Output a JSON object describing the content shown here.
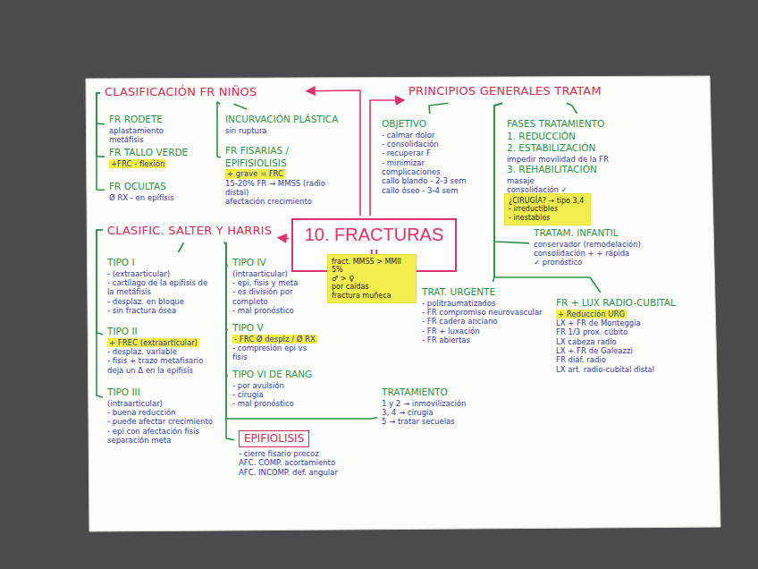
{
  "diagram": {
    "nodes": [
      {
        "text": [
          "CLASIFICACIÓN FR NIÑOS"
        ]
      },
      {
        "text": [
          "FR RODETE",
          "aplastamiento metáfisis"
        ]
      },
      {
        "text": [
          "FR TALLO VERDE",
          "+FRC - flexión"
        ]
      },
      {
        "text": [
          "FR OCULTAS",
          "Ø RX - en epífisis"
        ]
      },
      {
        "text": [
          "INCURVACIÓN PLÁSTICA",
          "sin ruptura"
        ]
      },
      {
        "text": [
          "FR FISARIAS / EPIFISIOLISIS",
          "+ grave = FRC",
          "15-20% FR → MMSS (radio distal)",
          "afectación crecimiento"
        ]
      },
      {
        "text": [
          "PRINCIPIOS GENERALES TRATAM"
        ]
      },
      {
        "text": [
          "OBJETIVO",
          "- calmar dolor",
          "- consolidación",
          "- recuperar F",
          "- minimizar complicaciones",
          "callo blando - 2-3 sem",
          "callo óseo - 3-4 sem"
        ]
      },
      {
        "text": [
          "FASES TRATAMIENTO",
          "1. REDUCCIÓN",
          "2. ESTABILIZACIÓN",
          "impedir movilidad de la FR",
          "3. REHABILITACIÓN",
          "masaje",
          "consolidación ✓"
        ]
      },
      {
        "text": [
          "¿CIRUGÍA? → tipo 3,4",
          "- irreductibles",
          "- inestables"
        ]
      },
      {
        "text": [
          "TRATAM. INFANTIL",
          "conservador (remodelación)",
          "consolidación + + rápida",
          "✓ pronóstico"
        ]
      },
      {
        "text": [
          "10. FRACTURAS II"
        ]
      },
      {
        "text": [
          "fract. MMSS > MMII 5%",
          "♂ > ♀",
          "por caídas",
          "fractura muñeca"
        ]
      },
      {
        "text": [
          "CLASIFIC. SALTER Y HARRIS"
        ]
      },
      {
        "text": [
          "TIPO I",
          "- (extraarticular)",
          "- cartílago de la epífisis de la metáfisis",
          "- desplaz. en bloque",
          "- sin fractura ósea"
        ]
      },
      {
        "text": [
          "TIPO II",
          "+ FREC (extraarticular)",
          "- desplaz. variable",
          "- fisis + trazo metafisario deja un Δ en la epífisis"
        ]
      },
      {
        "text": [
          "TIPO III",
          "(intraarticular)",
          "- buena reducción",
          "- puede afectar crecimiento",
          "- epi con afectación fisis separación meta"
        ]
      },
      {
        "text": [
          "TIPO IV",
          "(intraarticular)",
          "- epi, fisis y meta",
          "- es división por completo",
          "- mal pronóstico"
        ]
      },
      {
        "text": [
          "TIPO V",
          "- FRC Ø desplz / Ø RX",
          "- compresión epi vs fisis"
        ]
      },
      {
        "text": [
          "TIPO VI DE RANG",
          "- por avulsión",
          "- cirugía",
          "- mal pronóstico"
        ]
      },
      {
        "text": [
          "TRAT. URGENTE",
          "- politraumatizados",
          "- FR compromiso neurovascular",
          "- FR cadera anciano",
          "- FR + luxación",
          "- FR abiertas"
        ]
      },
      {
        "text": [
          "FR + LUX RADIO-CUBITAL",
          "+ Reducción URG",
          "LX + FR de Monteggia",
          "FR 1/3 prox. cúbito",
          "LX cabeza radio",
          "LX + FR de Galeazzi",
          "FR diáf. radio",
          "LX art. radio-cubital distal"
        ]
      },
      {
        "text": [
          "TRATAMIENTO",
          "1 y 2 → inmovilización",
          "3, 4 → cirugía",
          "5 → tratar secuelas"
        ]
      },
      {
        "text": [
          "EPIFIOLISIS",
          "- cierre fisario precoz",
          "AFC. COMP. acortamiento",
          "AFC. INCOMP. def. angular"
        ]
      }
    ],
    "edges": [
      {
        "from": 11,
        "to": 0,
        "arrow": "to"
      },
      {
        "from": 11,
        "to": 6,
        "arrow": "to"
      },
      {
        "from": 11,
        "to": 13,
        "arrow": "to"
      },
      {
        "from": 0,
        "to": 1,
        "arrow": "none"
      },
      {
        "from": 0,
        "to": 2,
        "arrow": "none"
      },
      {
        "from": 0,
        "to": 3,
        "arrow": "none"
      },
      {
        "from": 0,
        "to": 4,
        "arrow": "none"
      },
      {
        "from": 0,
        "to": 5,
        "arrow": "none"
      },
      {
        "from": 6,
        "to": 7,
        "arrow": "none"
      },
      {
        "from": 6,
        "to": 8,
        "arrow": "none"
      },
      {
        "from": 6,
        "to": 10,
        "arrow": "none"
      },
      {
        "from": 6,
        "to": 20,
        "arrow": "none"
      },
      {
        "from": 6,
        "to": 21,
        "arrow": "none"
      },
      {
        "from": 13,
        "to": 14,
        "arrow": "none"
      },
      {
        "from": 13,
        "to": 15,
        "arrow": "none"
      },
      {
        "from": 13,
        "to": 16,
        "arrow": "none"
      },
      {
        "from": 13,
        "to": 17,
        "arrow": "none"
      },
      {
        "from": 13,
        "to": 18,
        "arrow": "none"
      },
      {
        "from": 13,
        "to": 19,
        "arrow": "none"
      },
      {
        "from": 13,
        "to": 22,
        "arrow": "none"
      },
      {
        "from": 13,
        "to": 23,
        "arrow": "none"
      }
    ]
  }
}
